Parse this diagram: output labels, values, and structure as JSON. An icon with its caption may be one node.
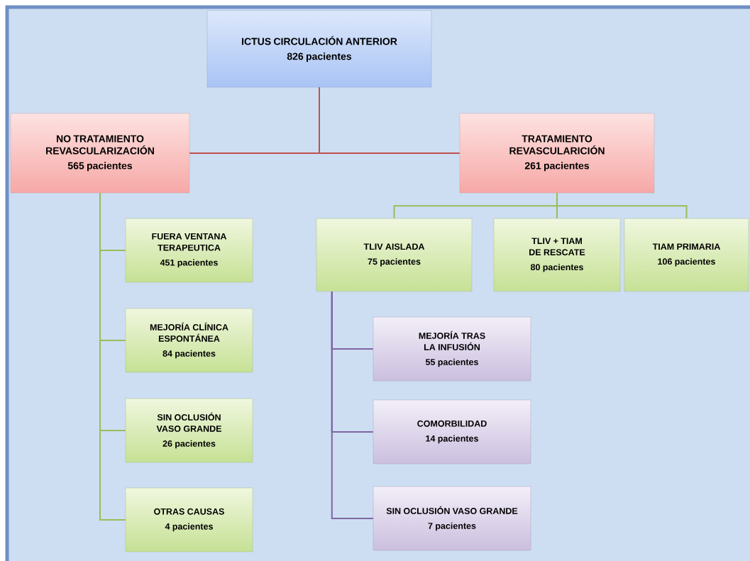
{
  "diagram": {
    "nodes": [
      {
        "text": [
          "ICTUS CIRCULACIÓN ANTERIOR",
          "826 pacientes"
        ]
      },
      {
        "text": [
          "NO TRATAMIENTO REVASCULARIZACIÓN",
          "565 pacientes"
        ]
      },
      {
        "text": [
          "TRATAMIENTO REVASCULARICIÓN",
          "261 pacientes"
        ]
      },
      {
        "text": [
          "FUERA VENTANA TERAPEUTICA",
          "451 pacientes"
        ]
      },
      {
        "text": [
          "MEJORÍA CLÍNICA ESPONTÁNEA",
          "84 pacientes"
        ]
      },
      {
        "text": [
          "SIN OCLUSIÓN VASO GRANDE",
          "26 pacientes"
        ]
      },
      {
        "text": [
          "OTRAS CAUSAS",
          "4 pacientes"
        ]
      },
      {
        "text": [
          "TLIV AISLADA",
          "75 pacientes"
        ]
      },
      {
        "text": [
          "TLIV + TIAM DE RESCATE",
          "80 pacientes"
        ]
      },
      {
        "text": [
          "TIAM PRIMARIA",
          "106 pacientes"
        ]
      },
      {
        "text": [
          "MEJORÍA TRAS LA INFUSIÓN",
          "55 pacientes"
        ]
      },
      {
        "text": [
          "COMORBILIDAD",
          "14 pacientes"
        ]
      },
      {
        "text": [
          "SIN OCLUSIÓN VASO GRANDE",
          "7 pacientes"
        ]
      }
    ],
    "edges": [
      {
        "from": 0,
        "to": 1,
        "arrow": "none",
        "color": "#c0504d"
      },
      {
        "from": 0,
        "to": 2,
        "arrow": "none",
        "color": "#c0504d"
      },
      {
        "from": 1,
        "to": 3,
        "arrow": "none"
      },
      {
        "from": 1,
        "to": 4,
        "arrow": "none"
      },
      {
        "from": 1,
        "to": 5,
        "arrow": "none"
      },
      {
        "from": 1,
        "to": 6,
        "arrow": "none"
      },
      {
        "from": 2,
        "to": 7,
        "arrow": "none"
      },
      {
        "from": 2,
        "to": 8,
        "arrow": "none"
      },
      {
        "from": 2,
        "to": 9,
        "arrow": "none"
      },
      {
        "from": 7,
        "to": 10,
        "arrow": "none",
        "color": "#8064a2"
      },
      {
        "from": 7,
        "to": 11,
        "arrow": "none",
        "color": "#8064a2"
      },
      {
        "from": 7,
        "to": 12,
        "arrow": "none",
        "color": "#8064a2"
      }
    ]
  }
}
